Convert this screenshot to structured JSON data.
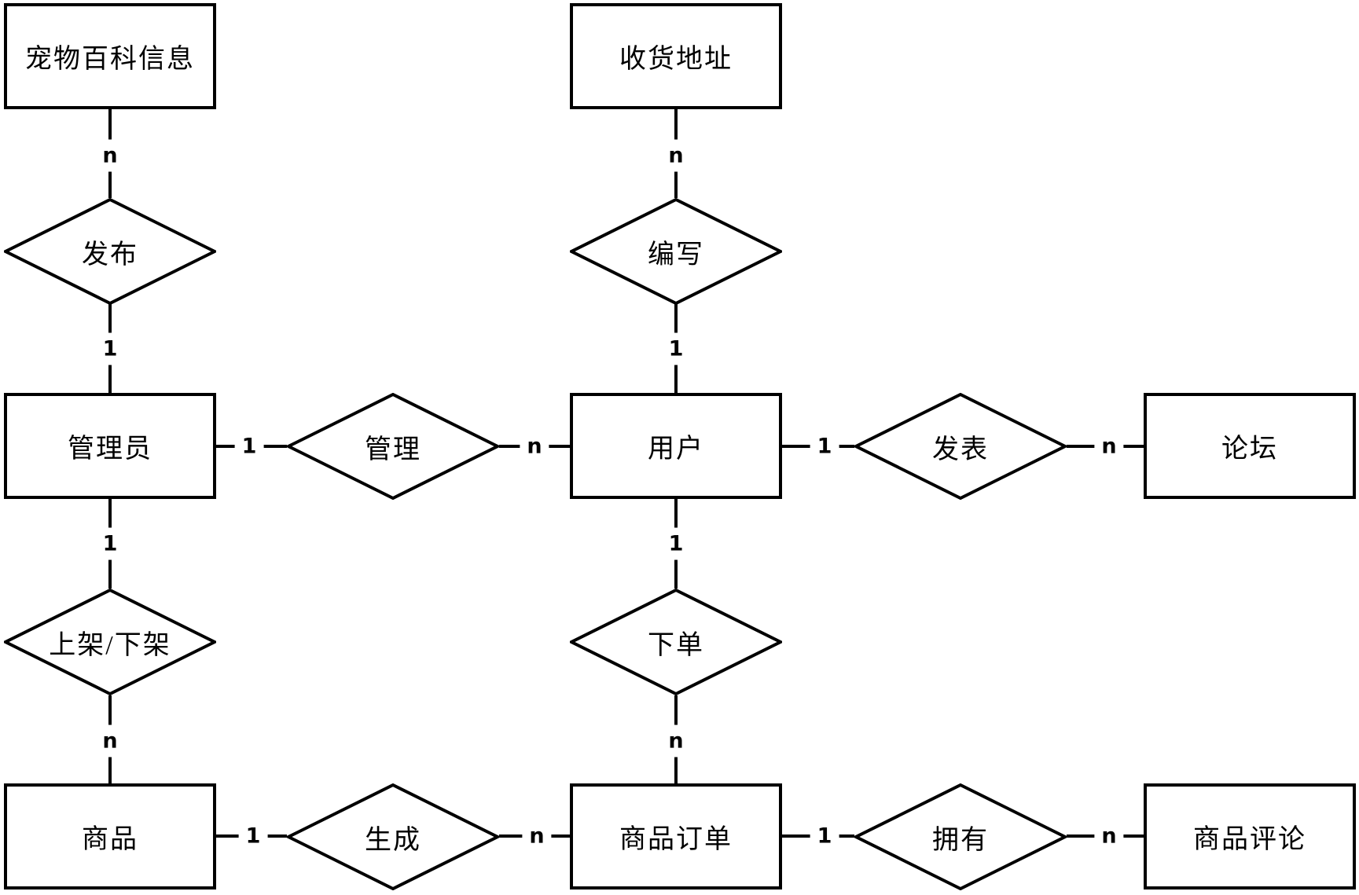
{
  "diagram": {
    "kind": "er-diagram",
    "background_color": "#ffffff",
    "line_color": "#000000",
    "entities": [
      {
        "id": "pet-encyclopedia",
        "label": "宠物百科信息"
      },
      {
        "id": "shipping-address",
        "label": "收货地址"
      },
      {
        "id": "admin",
        "label": "管理员"
      },
      {
        "id": "user",
        "label": "用户"
      },
      {
        "id": "forum",
        "label": "论坛"
      },
      {
        "id": "product",
        "label": "商品"
      },
      {
        "id": "product-order",
        "label": "商品订单"
      },
      {
        "id": "product-review",
        "label": "商品评论"
      }
    ],
    "relationships": [
      {
        "id": "publish",
        "label": "发布",
        "from": "管理员",
        "from_card": "1",
        "to": "宠物百科信息",
        "to_card": "n"
      },
      {
        "id": "compose",
        "label": "编写",
        "from": "用户",
        "from_card": "1",
        "to": "收货地址",
        "to_card": "n"
      },
      {
        "id": "manage",
        "label": "管理",
        "from": "管理员",
        "from_card": "1",
        "to": "用户",
        "to_card": "n"
      },
      {
        "id": "post",
        "label": "发表",
        "from": "用户",
        "from_card": "1",
        "to": "论坛",
        "to_card": "n"
      },
      {
        "id": "shelve",
        "label": "上架/下架",
        "from": "管理员",
        "from_card": "1",
        "to": "商品",
        "to_card": "n"
      },
      {
        "id": "place-order",
        "label": "下单",
        "from": "用户",
        "from_card": "1",
        "to": "商品订单",
        "to_card": "n"
      },
      {
        "id": "generate",
        "label": "生成",
        "from": "商品",
        "from_card": "1",
        "to": "商品订单",
        "to_card": "n"
      },
      {
        "id": "own",
        "label": "拥有",
        "from": "商品订单",
        "from_card": "1",
        "to": "商品评论",
        "to_card": "n"
      }
    ]
  }
}
